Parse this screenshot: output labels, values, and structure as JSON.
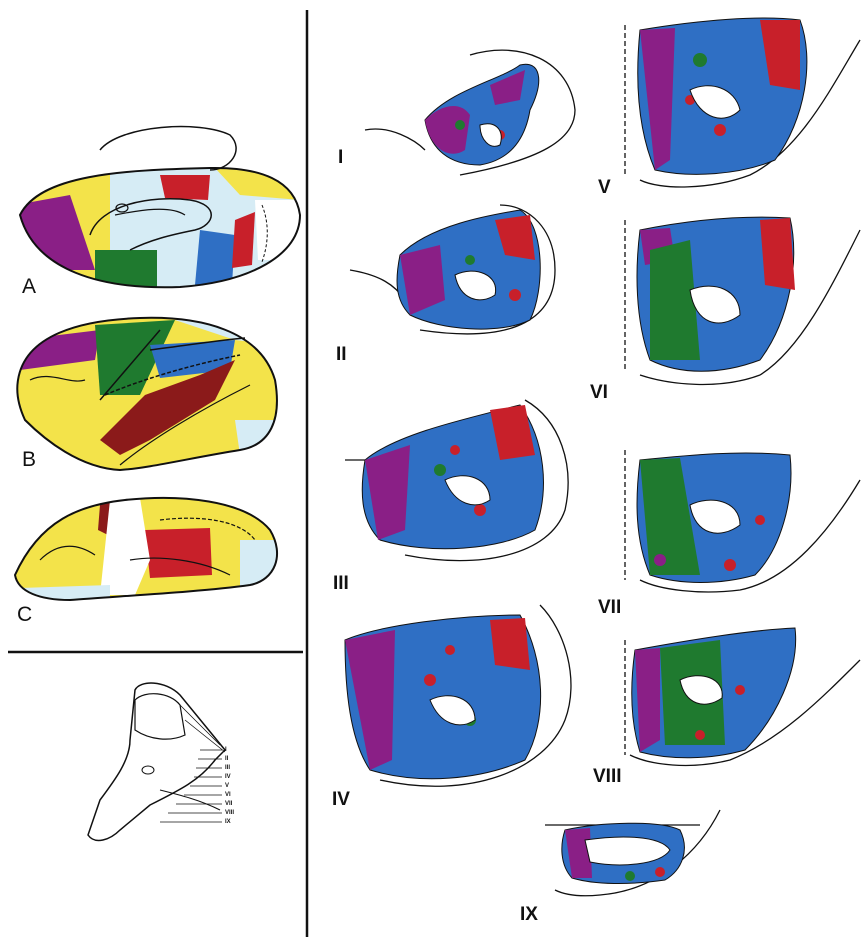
{
  "colors": {
    "purple": "#8a1f86",
    "blue": "#2f6fc4",
    "green": "#1f7a2f",
    "red": "#c8202a",
    "darkred": "#8b1a1a",
    "yellow": "#f3e34a",
    "lightblue": "#d6ecf5",
    "line": "#111111"
  },
  "views": [
    {
      "id": "A",
      "label": "A"
    },
    {
      "id": "B",
      "label": "B"
    },
    {
      "id": "C",
      "label": "C"
    }
  ],
  "sections": [
    {
      "id": "I",
      "label": "I"
    },
    {
      "id": "II",
      "label": "II"
    },
    {
      "id": "III",
      "label": "III"
    },
    {
      "id": "IV",
      "label": "IV"
    },
    {
      "id": "V",
      "label": "V"
    },
    {
      "id": "VI",
      "label": "VI"
    },
    {
      "id": "VII",
      "label": "VII"
    },
    {
      "id": "VIII",
      "label": "VIII"
    },
    {
      "id": "IX",
      "label": "IX"
    }
  ],
  "brainstem_levels": [
    "I",
    "II",
    "III",
    "IV",
    "V",
    "VI",
    "VII",
    "VIII",
    "IX"
  ]
}
